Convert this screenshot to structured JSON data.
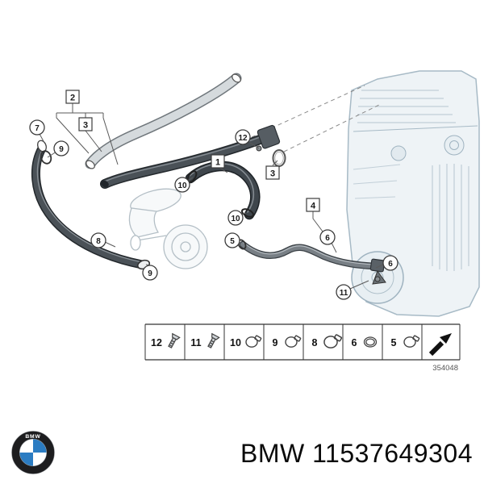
{
  "page": {
    "background": "#ffffff"
  },
  "diagram": {
    "number": "354048",
    "callouts": {
      "c1": "1",
      "c2": "2",
      "c3a": "3",
      "c3b": "3",
      "c4": "4",
      "c5": "5",
      "c6a": "6",
      "c6b": "6",
      "c7": "7",
      "c8": "8",
      "c9a": "9",
      "c9b": "9",
      "c10a": "10",
      "c10b": "10",
      "c11": "11",
      "c12": "12"
    }
  },
  "legend": {
    "items": [
      {
        "number": "12",
        "icon": "bolt-icon"
      },
      {
        "number": "11",
        "icon": "bolt-icon"
      },
      {
        "number": "10",
        "icon": "hose-clamp-icon"
      },
      {
        "number": "9",
        "icon": "hose-clamp-icon"
      },
      {
        "number": "8",
        "icon": "hose-clamp-icon"
      },
      {
        "number": "6",
        "icon": "o-ring-icon"
      },
      {
        "number": "5",
        "icon": "hose-clamp-icon"
      },
      {
        "number": "",
        "icon": "direction-arrow-icon"
      }
    ]
  },
  "footer": {
    "logo_text": "BMW",
    "brand": "BMW",
    "part_number": "11537649304"
  },
  "colors": {
    "bmw_blue": "#2b7cc2",
    "hose_dark": "#464d53",
    "engine_line": "#a7bac6"
  }
}
